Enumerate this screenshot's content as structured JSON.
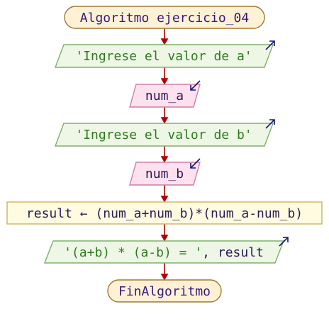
{
  "diagram": {
    "title": "Algoritmo ejercicio_04",
    "output_a": "'Ingrese el valor de a'",
    "input_a": "num_a",
    "output_b": "'Ingrese el valor de b'",
    "input_b": "num_b",
    "assign_target": "result",
    "assign_arrow": "←",
    "assign_expr": "(num_a+num_b)*(num_a-num_b)",
    "output_result_literal": "'(a+b) * (a-b) = '",
    "output_result_sep": ", ",
    "output_result_var": "result",
    "end": "FinAlgoritmo"
  },
  "colors": {
    "flow_line": "#b00000",
    "terminal_fill": "#fff1d6",
    "terminal_stroke": "#a07830",
    "terminal_text": "#3a1a78",
    "output_fill": "#eef7e6",
    "output_stroke": "#7fb06a",
    "output_text": "#2f7a1f",
    "input_fill": "#fde1ee",
    "input_stroke": "#cf7fa4",
    "input_text": "#2a1a55",
    "process_fill": "#fffbe0",
    "process_stroke": "#c9b660",
    "process_text": "#2a1a55",
    "io_arrow": "#14147a"
  }
}
